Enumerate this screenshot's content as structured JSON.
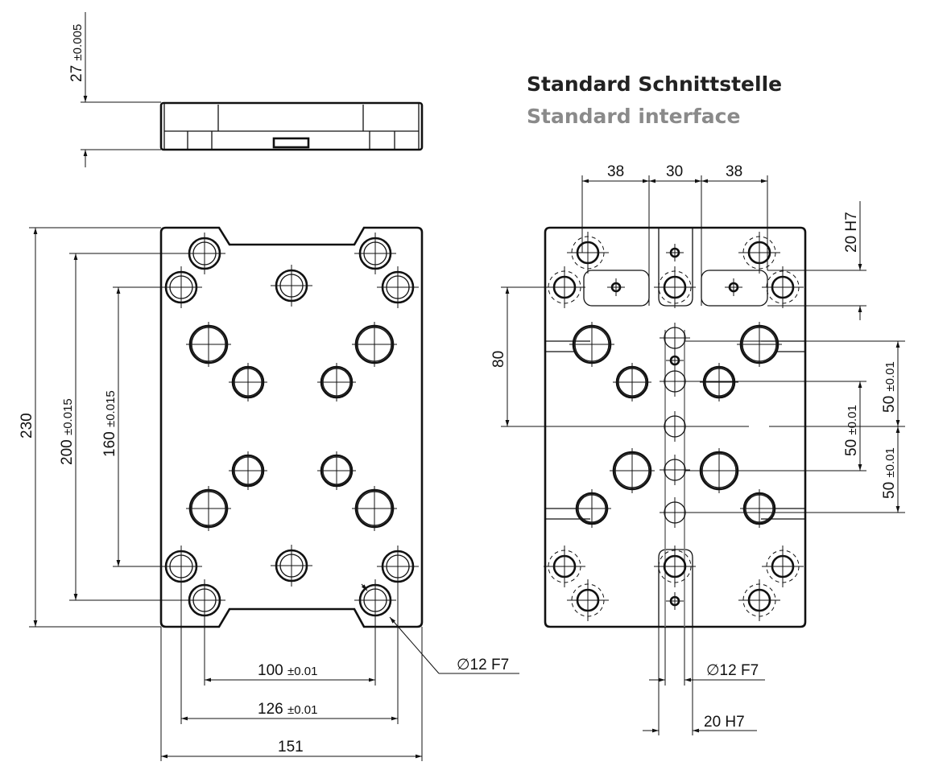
{
  "title": {
    "de": "Standard Schnittstelle",
    "en": "Standard interface"
  },
  "side_view": {
    "height": "27",
    "height_tol": "±0.005"
  },
  "plan_view": {
    "overall_height": "230",
    "pitch_200": "200",
    "pitch_200_tol": "±0.015",
    "pitch_160": "160",
    "pitch_160_tol": "±0.015",
    "pitch_100": "100",
    "pitch_100_tol": "±0.01",
    "pitch_126": "126",
    "pitch_126_tol": "±0.01",
    "overall_width": "151",
    "hole_callout": "∅12 F7"
  },
  "interface_view": {
    "top_dims": [
      "38",
      "30",
      "38"
    ],
    "slot_width_top": "20 H7",
    "dim_80": "80",
    "dim_50a": "50",
    "dim_50a_tol": "±0.01",
    "dim_50b": "50",
    "dim_50b_tol": "±0.01",
    "dim_50c": "50",
    "dim_50c_tol": "±0.01",
    "hole_callout": "∅12 F7",
    "slot_width_bottom": "20 H7"
  }
}
